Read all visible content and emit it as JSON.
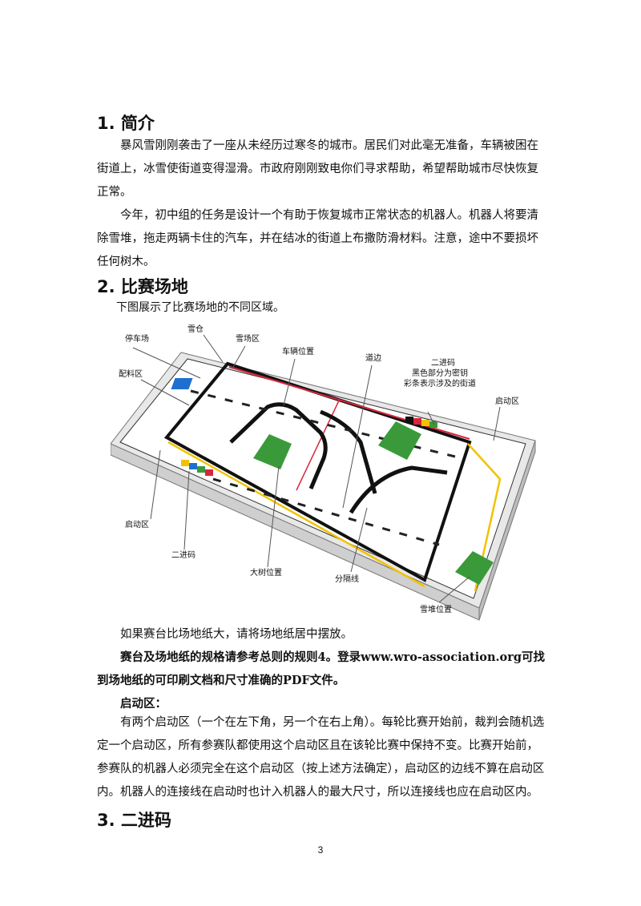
{
  "sections": {
    "intro": {
      "heading": "1. 简介",
      "para1": "暴风雪刚刚袭击了一座从未经历过寒冬的城市。居民们对此毫无准备，车辆被困在街道上，冰雪使街道变得湿滑。市政府刚刚致电你们寻求帮助，希望帮助城市尽快恢复正常。",
      "para2": "今年，初中组的任务是设计一个有助于恢复城市正常状态的机器人。机器人将要清除雪堆，拖走两辆卡住的汽车，并在结冰的街道上布撒防滑材料。注意，途中不要损坏任何树木。"
    },
    "field": {
      "heading": "2. 比赛场地",
      "intro_text": "下图展示了比赛场地的不同区域。",
      "after_figure": "如果赛台比场地纸大，请将场地纸居中摆放。",
      "spec_note": "赛台及场地纸的规格请参考总则的规则4。登录www.wro-association.org可找到场地纸的可印刷文档和尺寸准确的PDF文件。",
      "start_area_title": "启动区：",
      "start_area_text": "有两个启动区（一个在左下角，另一个在右上角）。每轮比赛开始前，裁判会随机选定一个启动区，所有参赛队都使用这个启动区且在该轮比赛中保持不变。比赛开始前，参赛队的机器人必须完全在这个启动区（按上述方法确定），启动区的边线不算在启动区内。机器人的连接线在启动时也计入机器人的最大尺寸，所以连接线也应在启动区内。"
    },
    "binary": {
      "heading": "3. 二进码"
    }
  },
  "figure": {
    "labels": {
      "warehouse": "雪仓",
      "parking": "停车场",
      "snow_field": "雪场区",
      "car_position": "车辆位置",
      "roadside": "道边",
      "binary_code_top_1": "二进码",
      "binary_code_top_2": "黑色部分为密钥",
      "binary_code_top_3": "彩条表示涉及的街道",
      "supply_area": "配料区",
      "start_area_right": "启动区",
      "start_area_left": "启动区",
      "binary_code_bottom": "二进码",
      "tree_position": "大树位置",
      "divider": "分隔线",
      "snow_pile_position": "雪堆位置"
    },
    "colors": {
      "road_black": "#111111",
      "yellow_line": "#f2c200",
      "red_line": "#d7263d",
      "green_mat": "#3a9a3a",
      "blue_zone": "#1f6fd0"
    }
  },
  "page_number": "3"
}
